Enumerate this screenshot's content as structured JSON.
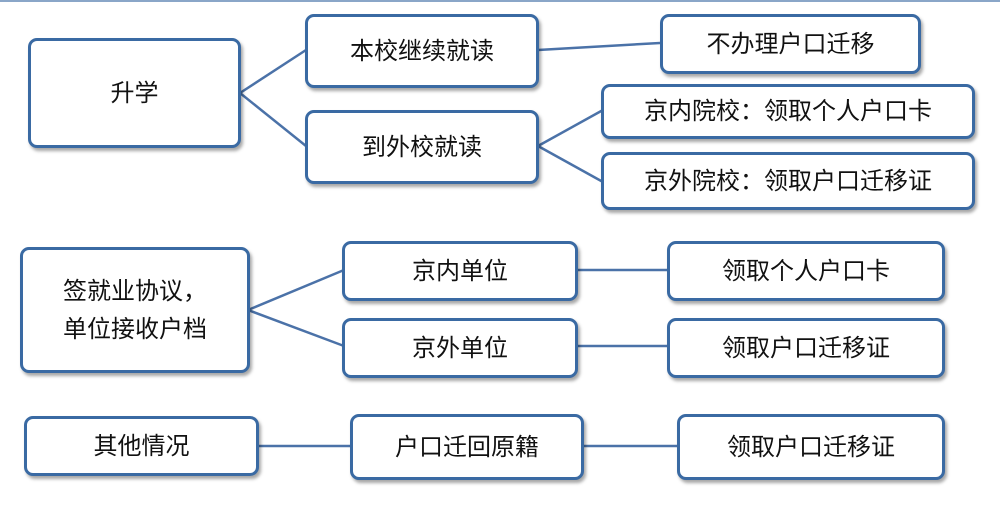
{
  "colors": {
    "border": "#3a6aa3",
    "connector": "#4b72a8",
    "text": "#111111"
  },
  "groups": [
    {
      "root": "升学",
      "branches": [
        {
          "label": "本校继续就读",
          "outcomes": [
            "不办理户口迁移"
          ]
        },
        {
          "label": "到外校就读",
          "outcomes": [
            "京内院校：领取个人户口卡",
            "京外院校：领取户口迁移证"
          ]
        }
      ]
    },
    {
      "root_lines": [
        "签就业协议，",
        "单位接收户档"
      ],
      "branches": [
        {
          "label": "京内单位",
          "outcomes": [
            "领取个人户口卡"
          ]
        },
        {
          "label": "京外单位",
          "outcomes": [
            "领取户口迁移证"
          ]
        }
      ]
    },
    {
      "root": "其他情况",
      "branches": [
        {
          "label": "户口迁回原籍",
          "outcomes": [
            "领取户口迁移证"
          ]
        }
      ]
    }
  ]
}
